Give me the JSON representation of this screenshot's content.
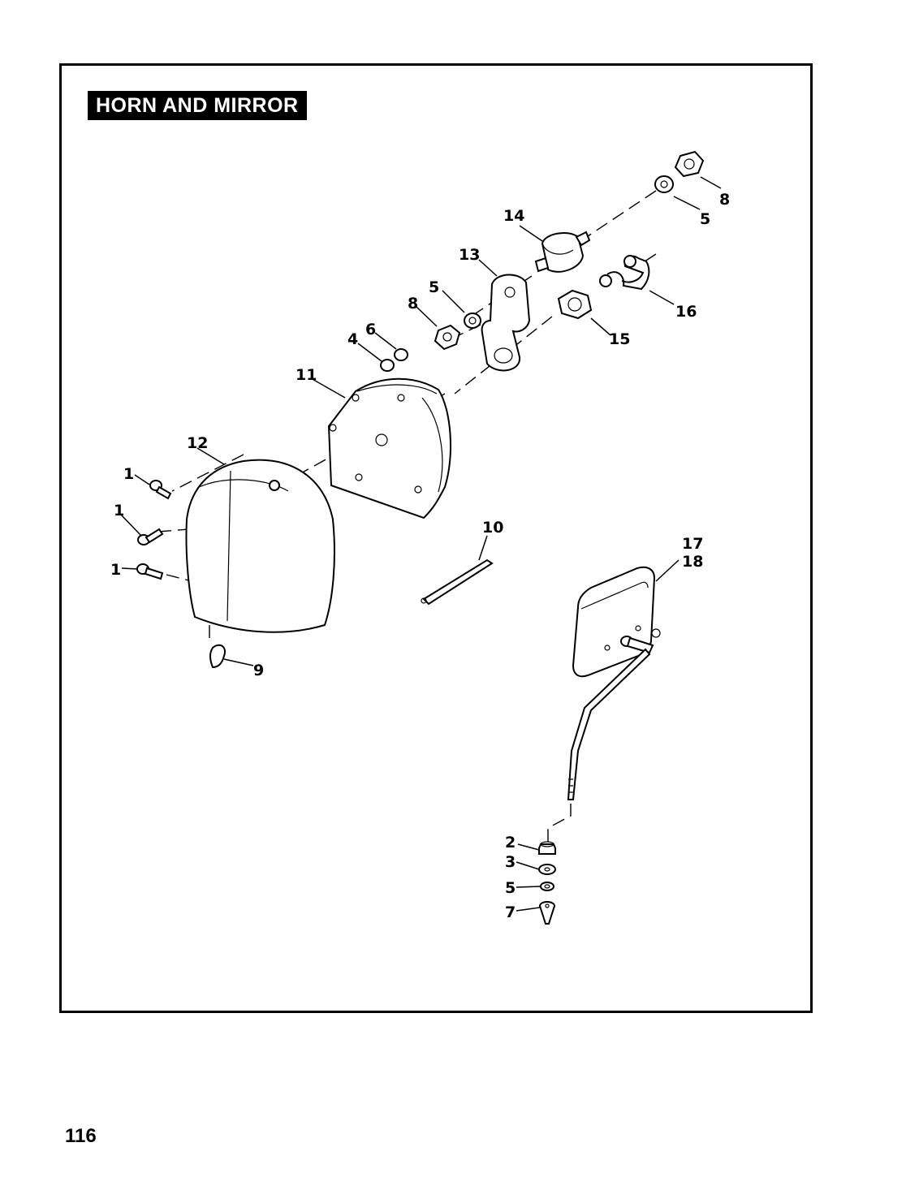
{
  "title": "HORN AND MIRROR",
  "page_number": "116",
  "callouts": {
    "c1a": "1",
    "c1b": "1",
    "c1c": "1",
    "c2": "2",
    "c3": "3",
    "c4": "4",
    "c5a": "5",
    "c5b": "5",
    "c5c": "5",
    "c6": "6",
    "c7": "7",
    "c8a": "8",
    "c8b": "8",
    "c9": "9",
    "c10": "10",
    "c11": "11",
    "c12": "12",
    "c13": "13",
    "c14": "14",
    "c15": "15",
    "c16": "16",
    "c17": "17",
    "c18": "18"
  }
}
